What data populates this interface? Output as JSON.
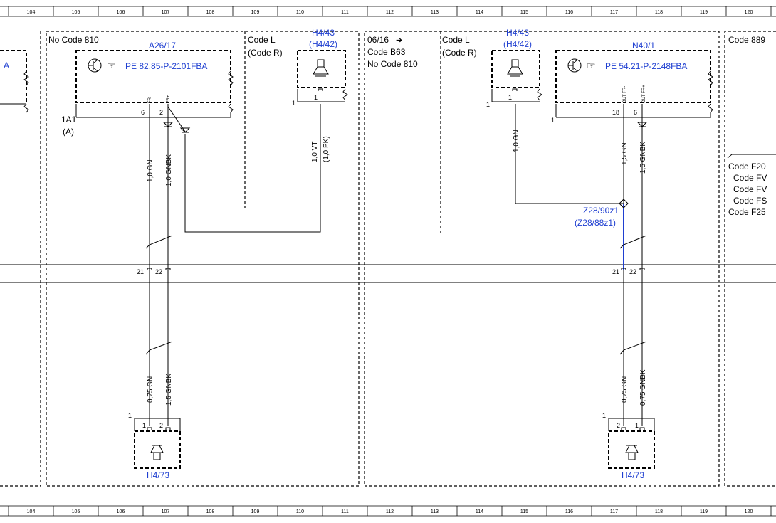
{
  "grid": {
    "columns": [
      "104",
      "105",
      "106",
      "107",
      "108",
      "109",
      "110",
      "111",
      "112",
      "113",
      "114",
      "115",
      "116",
      "117",
      "118",
      "119",
      "120"
    ]
  },
  "left_module": {
    "area_label": "No Code 810",
    "component": "A26/17",
    "doc_ref": "PE 82.85-P-2101FBA",
    "connector": "1A1",
    "connector_sub": "(A)",
    "pin_a": "6",
    "pin_b": "2",
    "pin_a_name": "FR-",
    "pin_b_name": "FR+"
  },
  "left_horn": {
    "code": "Code L",
    "code_sub": "(Code R)",
    "component": "H4/43",
    "component_alt": "(H4/42)",
    "conn": "1",
    "pin": "1"
  },
  "mid_section": {
    "date_label": "06/16",
    "code": "Code B63",
    "no_code": "No Code 810"
  },
  "right_horn": {
    "code": "Code L",
    "code_sub": "(Code R)",
    "component": "H4/43",
    "component_alt": "(H4/42)",
    "conn": "1",
    "pin": "1"
  },
  "right_module": {
    "component": "N40/1",
    "doc_ref": "PE 54.21-P-2148FBA",
    "conn": "1",
    "pin_a": "18",
    "pin_b": "6",
    "pin_a_name": "OUT FR-",
    "pin_b_name": "OUT FR+"
  },
  "splice": {
    "id": "Z28/90z1",
    "alt": "(Z28/88z1)"
  },
  "wires": {
    "left_gn": "1,0 GN",
    "left_gnbk": "1,0 GNBK",
    "horn_vt": "1,0 VT",
    "horn_pk": "(1,0 PK)",
    "right_horn_gn": "1,0 GN",
    "right_gn": "1,5 GN",
    "right_gnbk": "1,5 GNBK",
    "left_low_gn": "0,75 GN",
    "left_low_gnbk": "1,5 GNBK",
    "right_low_gn": "0,75 GN",
    "right_low_gnbk": "0,75 GNBK"
  },
  "left_inline": {
    "pin_a": "21",
    "pin_b": "22"
  },
  "right_inline": {
    "pin_a": "21",
    "pin_b": "22"
  },
  "left_speaker": {
    "component": "H4/73",
    "conn": "1",
    "pin_a": "1",
    "pin_b": "2"
  },
  "right_speaker": {
    "component": "H4/73",
    "conn": "1",
    "pin_a": "2",
    "pin_b": "1"
  },
  "far_right": {
    "code": "Code 889",
    "c1": "Code F20",
    "c2": "Code FV",
    "c3": "Code FV",
    "c4": "Code FS",
    "c5": "Code F25"
  },
  "far_left": {
    "fragment": "A"
  },
  "colors": {
    "ref_blue": "#1f3fd1",
    "line": "#000000"
  }
}
